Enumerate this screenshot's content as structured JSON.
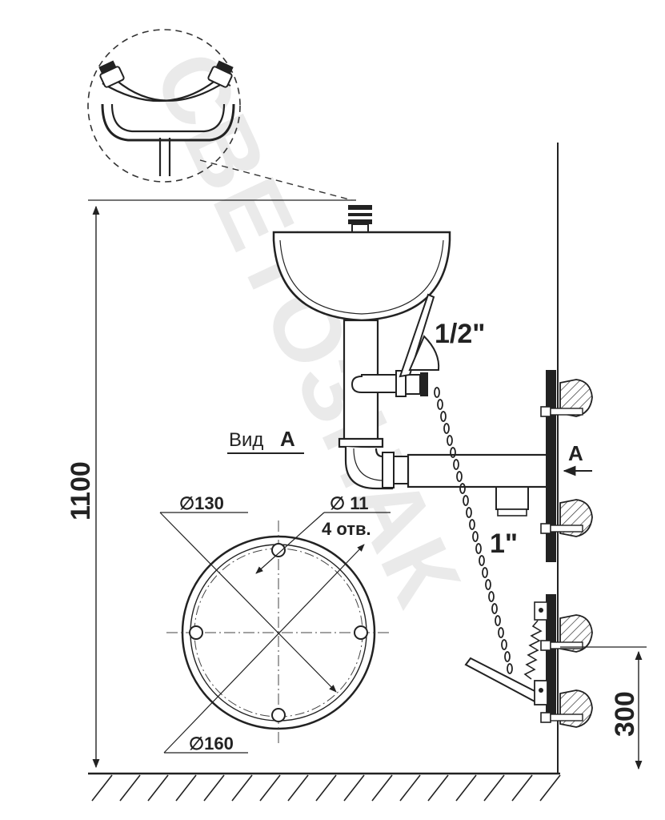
{
  "labels": {
    "height_total": "1100",
    "height_pedal": "300",
    "pipe_half_inch": "1/2\"",
    "pipe_one_inch": "1\"",
    "view_label": "Вид",
    "view_letter": "А",
    "view_arrow_letter": "А",
    "dia_130": "∅130",
    "dia_11": "∅ 11",
    "holes": "4 отв.",
    "dia_160": "∅160"
  },
  "watermark": "СВЕТОЗНАК"
}
